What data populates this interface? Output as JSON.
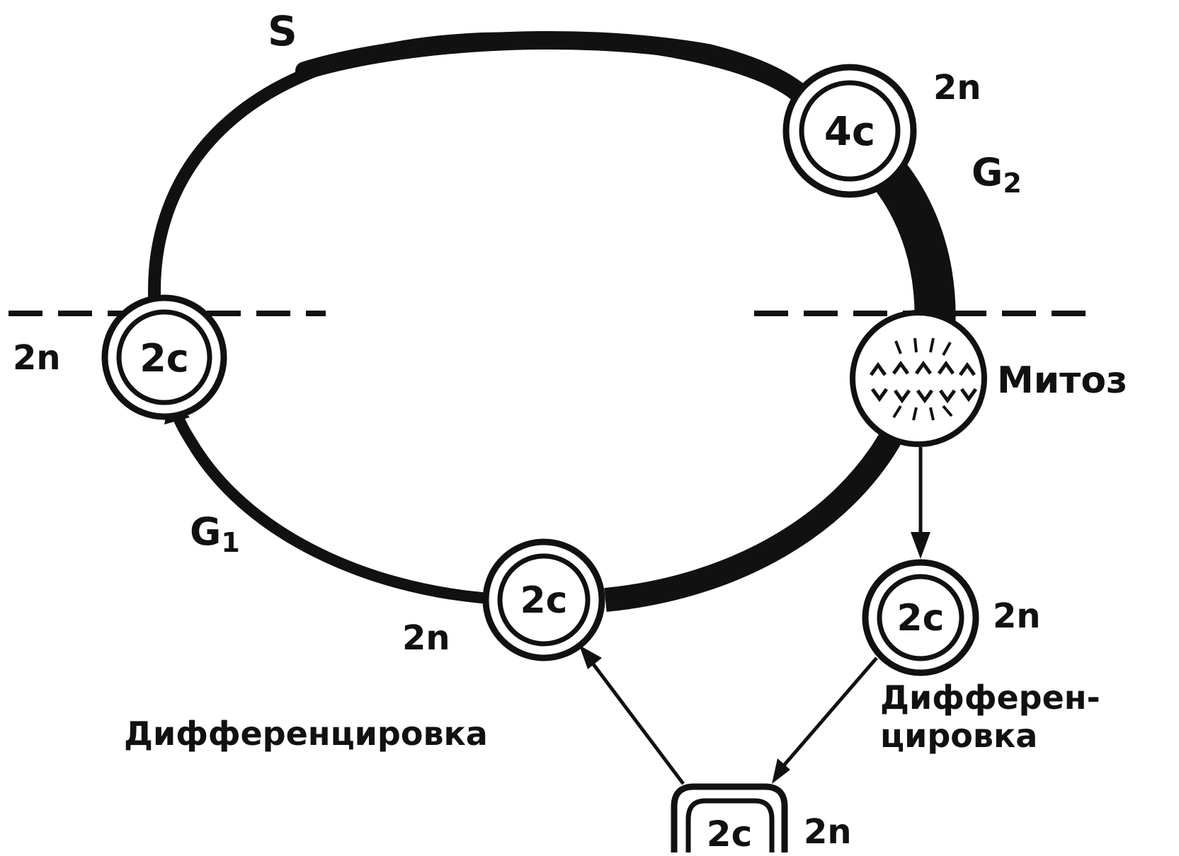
{
  "diagram": {
    "phases": {
      "s": "S",
      "g2_main": "G",
      "g2_sub": "2",
      "g1_main": "G",
      "g1_sub": "1",
      "mitosis": "Митоз"
    },
    "cells": {
      "left": {
        "content": "2c",
        "ploidy": "2n"
      },
      "top_right": {
        "content": "4c",
        "ploidy": "2n"
      },
      "bottom": {
        "content": "2c",
        "ploidy": "2n"
      },
      "daughter": {
        "content": "2c",
        "ploidy": "2n"
      },
      "differentiated": {
        "content": "2c",
        "ploidy": "2n"
      }
    },
    "labels": {
      "differentiation_left": "Дифференцировка",
      "differentiation_right_line1": "Дифферен-",
      "differentiation_right_line2": "цировка"
    },
    "colors": {
      "ink": "#111111",
      "background": "#ffffff"
    }
  }
}
